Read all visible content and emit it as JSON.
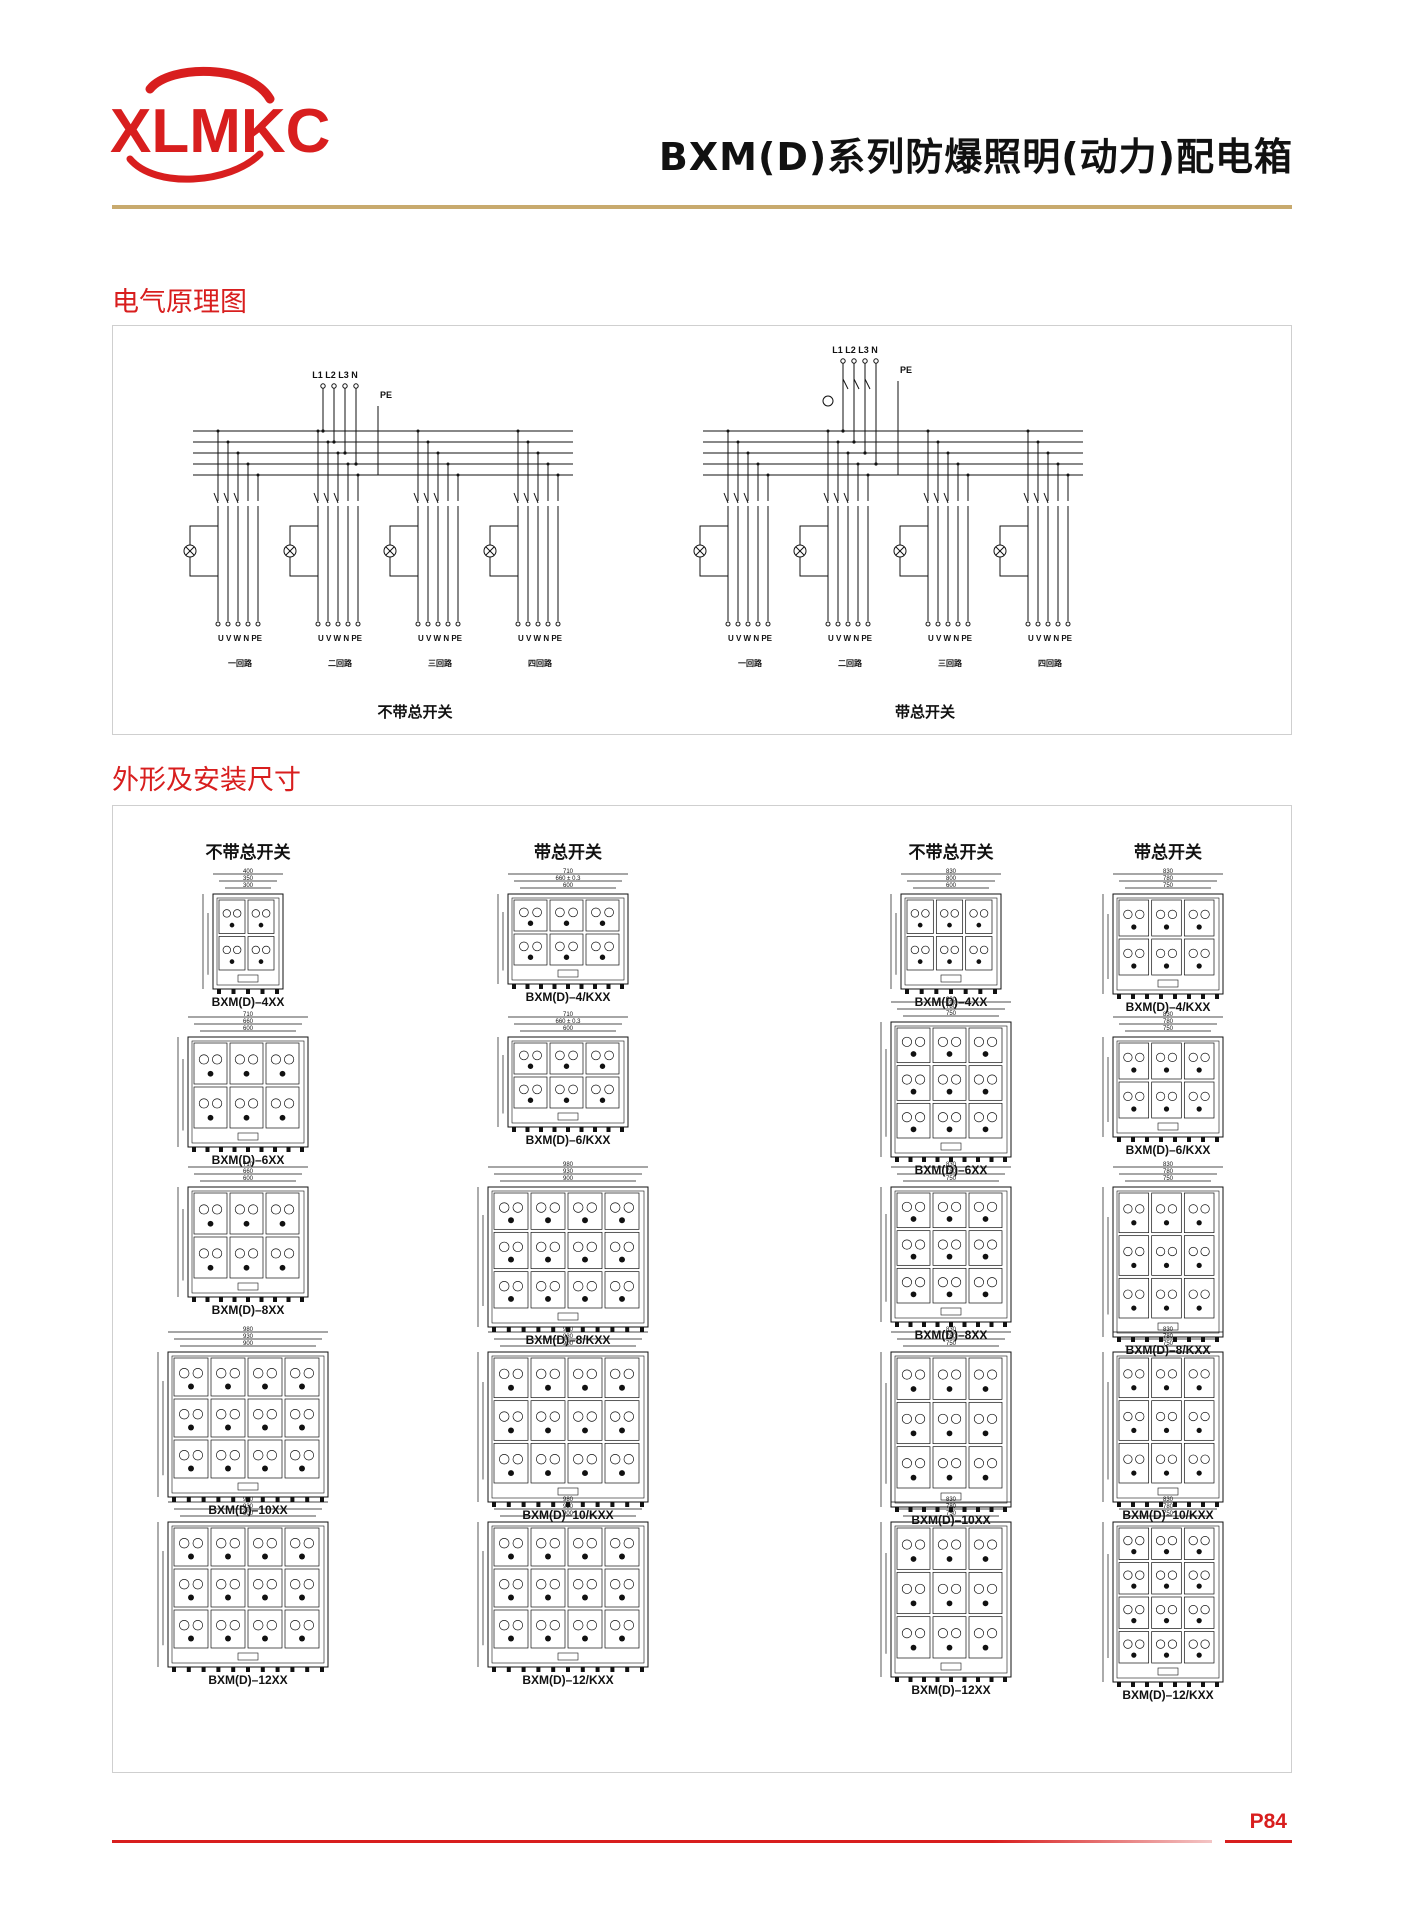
{
  "header": {
    "brand": "XLMKC",
    "title": "BXM(D)系列防爆照明(动力)配电箱",
    "brand_color": "#d81e1e",
    "rule_color": "#c8aa6e"
  },
  "section1": {
    "title": "电气原理图",
    "diagrams": [
      {
        "caption": "不带总开关",
        "supply": "L1 L2 L3 N",
        "pe": "PE",
        "terminals": "U  V  W N  PE",
        "circuits": [
          "一回路",
          "二回路",
          "三回路",
          "四回路"
        ]
      },
      {
        "caption": "带总开关",
        "supply": "L1 L2 L3 N",
        "pe": "PE",
        "terminals": "U  V  W N  PE",
        "circuits": [
          "一回路",
          "二回路",
          "三回路",
          "四回路"
        ]
      }
    ]
  },
  "section2": {
    "title": "外形及安装尺寸",
    "columns": [
      "不带总开关",
      "带总开关",
      "不带总开关",
      "带总开关"
    ],
    "models": [
      [
        "BXM(D)–4XX",
        "BXM(D)–6XX",
        "BXM(D)–8XX",
        "BXM(D)–10XX",
        "BXM(D)–12XX"
      ],
      [
        "BXM(D)–4/KXX",
        "BXM(D)–6/KXX",
        "BXM(D)–8/KXX",
        "BXM(D)–10/KXX",
        "BXM(D)–12/KXX"
      ],
      [
        "BXM(D)–4XX",
        "BXM(D)–6XX",
        "BXM(D)–8XX",
        "BXM(D)–10XX",
        "BXM(D)–12XX"
      ],
      [
        "BXM(D)–4/KXX",
        "BXM(D)–6/KXX",
        "BXM(D)–8/KXX",
        "BXM(D)–10/KXX",
        "BXM(D)–12/KXX"
      ]
    ],
    "dims": [
      [
        [
          "400",
          "350",
          "300"
        ],
        [
          "710",
          "660",
          "600"
        ],
        [
          "710",
          "660",
          "600"
        ],
        [
          "980",
          "930",
          "900"
        ],
        [
          "980",
          "930",
          "900"
        ]
      ],
      [
        [
          "710",
          "660 ± 0.3",
          "600"
        ],
        [
          "710",
          "660 ± 0.3",
          "600"
        ],
        [
          "980",
          "930",
          "900"
        ],
        [
          "980",
          "930",
          "900"
        ],
        [
          "980",
          "930",
          "900"
        ]
      ],
      [
        [
          "830",
          "800",
          "600"
        ],
        [
          "830",
          "780",
          "750"
        ],
        [
          "830",
          "780",
          "750"
        ],
        [
          "830",
          "780",
          "750"
        ],
        [
          "830",
          "780",
          "750"
        ]
      ],
      [
        [
          "830",
          "780",
          "750"
        ],
        [
          "830",
          "780",
          "750"
        ],
        [
          "830",
          "780",
          "750"
        ],
        [
          "830",
          "780",
          "750"
        ],
        [
          "830",
          "780",
          "750"
        ]
      ]
    ]
  },
  "footer": {
    "page": "P84"
  }
}
